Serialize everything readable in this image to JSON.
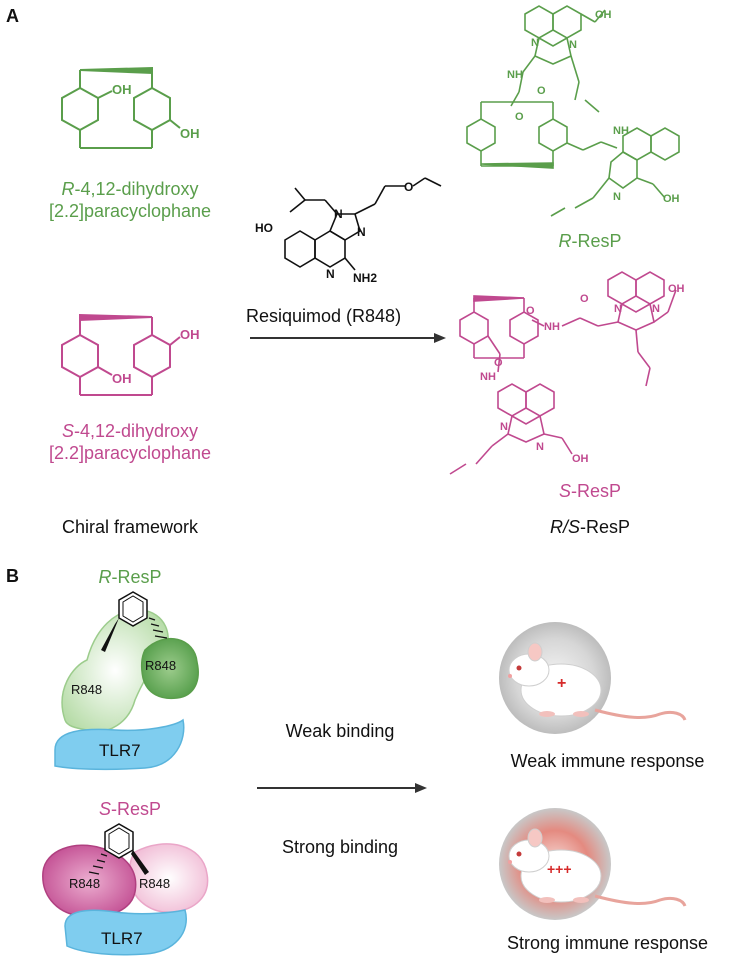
{
  "panel_a": {
    "letter": "A",
    "r_frame": {
      "prefix": "R",
      "line1": "-4,12-dihydroxy",
      "line2": "[2.2]paracyclophane"
    },
    "s_frame": {
      "prefix": "S",
      "line1": "-4,12-dihydroxy",
      "line2": "[2.2]paracyclophane"
    },
    "reagent_label": "Resiquimod (R848)",
    "r_product": {
      "prefix": "R",
      "suffix": "-ResP"
    },
    "s_product": {
      "prefix": "S",
      "suffix": "-ResP"
    },
    "left_caption": "Chiral framework",
    "right_caption": {
      "prefix": "R/S",
      "suffix": "-ResP"
    },
    "atom_labels": {
      "oh": "OH",
      "ho": "HO",
      "n": "N",
      "nh": "NH",
      "o": "O",
      "nh2": "NH2"
    }
  },
  "panel_b": {
    "letter": "B",
    "r_title": {
      "prefix": "R",
      "suffix": "-ResP"
    },
    "s_title": {
      "prefix": "S",
      "suffix": "-ResP"
    },
    "r848": "R848",
    "receptor": "TLR7",
    "weak_binding": "Weak binding",
    "strong_binding": "Strong binding",
    "weak_response": "Weak immune response",
    "strong_response": "Strong immune response",
    "weak_mark": "+",
    "strong_mark": "+++"
  },
  "colors": {
    "green": "#5a9e4b",
    "pink": "#c0498f",
    "tlr7": "#7fcdef",
    "arrow": "#333333",
    "glow": "#e03030"
  }
}
